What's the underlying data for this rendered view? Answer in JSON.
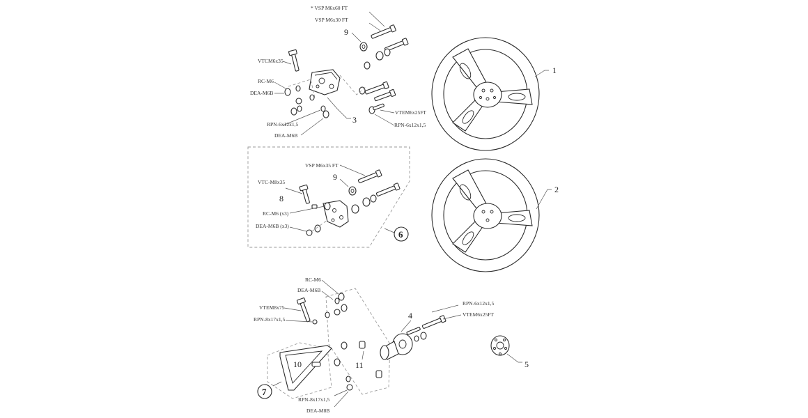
{
  "labels": {
    "vsp_m6x60": "* VSP M6x60 FT",
    "vsp_m6x30": "VSP M6x30 FT",
    "n9a": "9",
    "vtcm6x35": "VTCM6x35",
    "rc_m6_a": "RC-M6",
    "dea_m6b_a": "DEA-M6B",
    "n3": "3",
    "rpn_6x12_a": "RPN-6x12x1,5",
    "dea_m6b_b": "DEA-M6B",
    "vtem6x25_a": "VTEM6x25FT",
    "rpn_6x12_b": "RPN-6x12x1,5",
    "n1": "1",
    "vsp_m6x35": "VSP M6x35 FT",
    "n9b": "9",
    "vtc_m8x35": "VTC-M8x35",
    "n8": "8",
    "rc_m6_x3": "RC-M6 (x3)",
    "dea_m6b_x3": "DEA-M6B (x3)",
    "n6": "6",
    "n2": "2",
    "rc_m6_c": "RC-M6",
    "dea_m6b_c": "DEA-M6B",
    "vtem8x75": "VTEM8x75",
    "rpn_8x17_a": "RPN-8x17x1,5",
    "n4": "4",
    "rpn_6x12_c": "RPN-6x12x1,5",
    "vtem6x25_b": "VTEM6x25FT",
    "n10": "10",
    "n11": "11",
    "n5": "5",
    "n7": "7",
    "rpn_8x17_b": "RPN-8x17x1,5",
    "dea_m8b": "DEA-M8B"
  }
}
